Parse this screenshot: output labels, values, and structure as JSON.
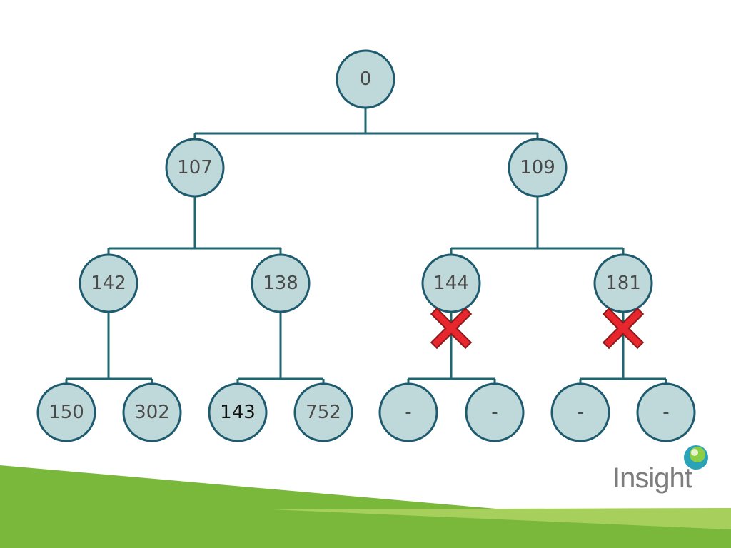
{
  "tree": {
    "root": {
      "label": "0"
    },
    "level1": [
      {
        "label": "107"
      },
      {
        "label": "109"
      }
    ],
    "level2": [
      {
        "label": "142",
        "pruned": false
      },
      {
        "label": "138",
        "pruned": false
      },
      {
        "label": "144",
        "pruned": true
      },
      {
        "label": "181",
        "pruned": true
      }
    ],
    "level3": [
      {
        "label": "150"
      },
      {
        "label": "302"
      },
      {
        "label": "143",
        "emphasis": true
      },
      {
        "label": "752"
      },
      {
        "label": "-"
      },
      {
        "label": "-"
      },
      {
        "label": "-"
      },
      {
        "label": "-"
      }
    ]
  },
  "logo": {
    "text": "Insight"
  },
  "colors": {
    "node_fill": "#bfd9da",
    "node_stroke": "#1f5b6e",
    "edge": "#1e6670",
    "prune_mark": "#e8262d",
    "band_blue": "#1f6e96",
    "band_green": "#7ab83c"
  }
}
